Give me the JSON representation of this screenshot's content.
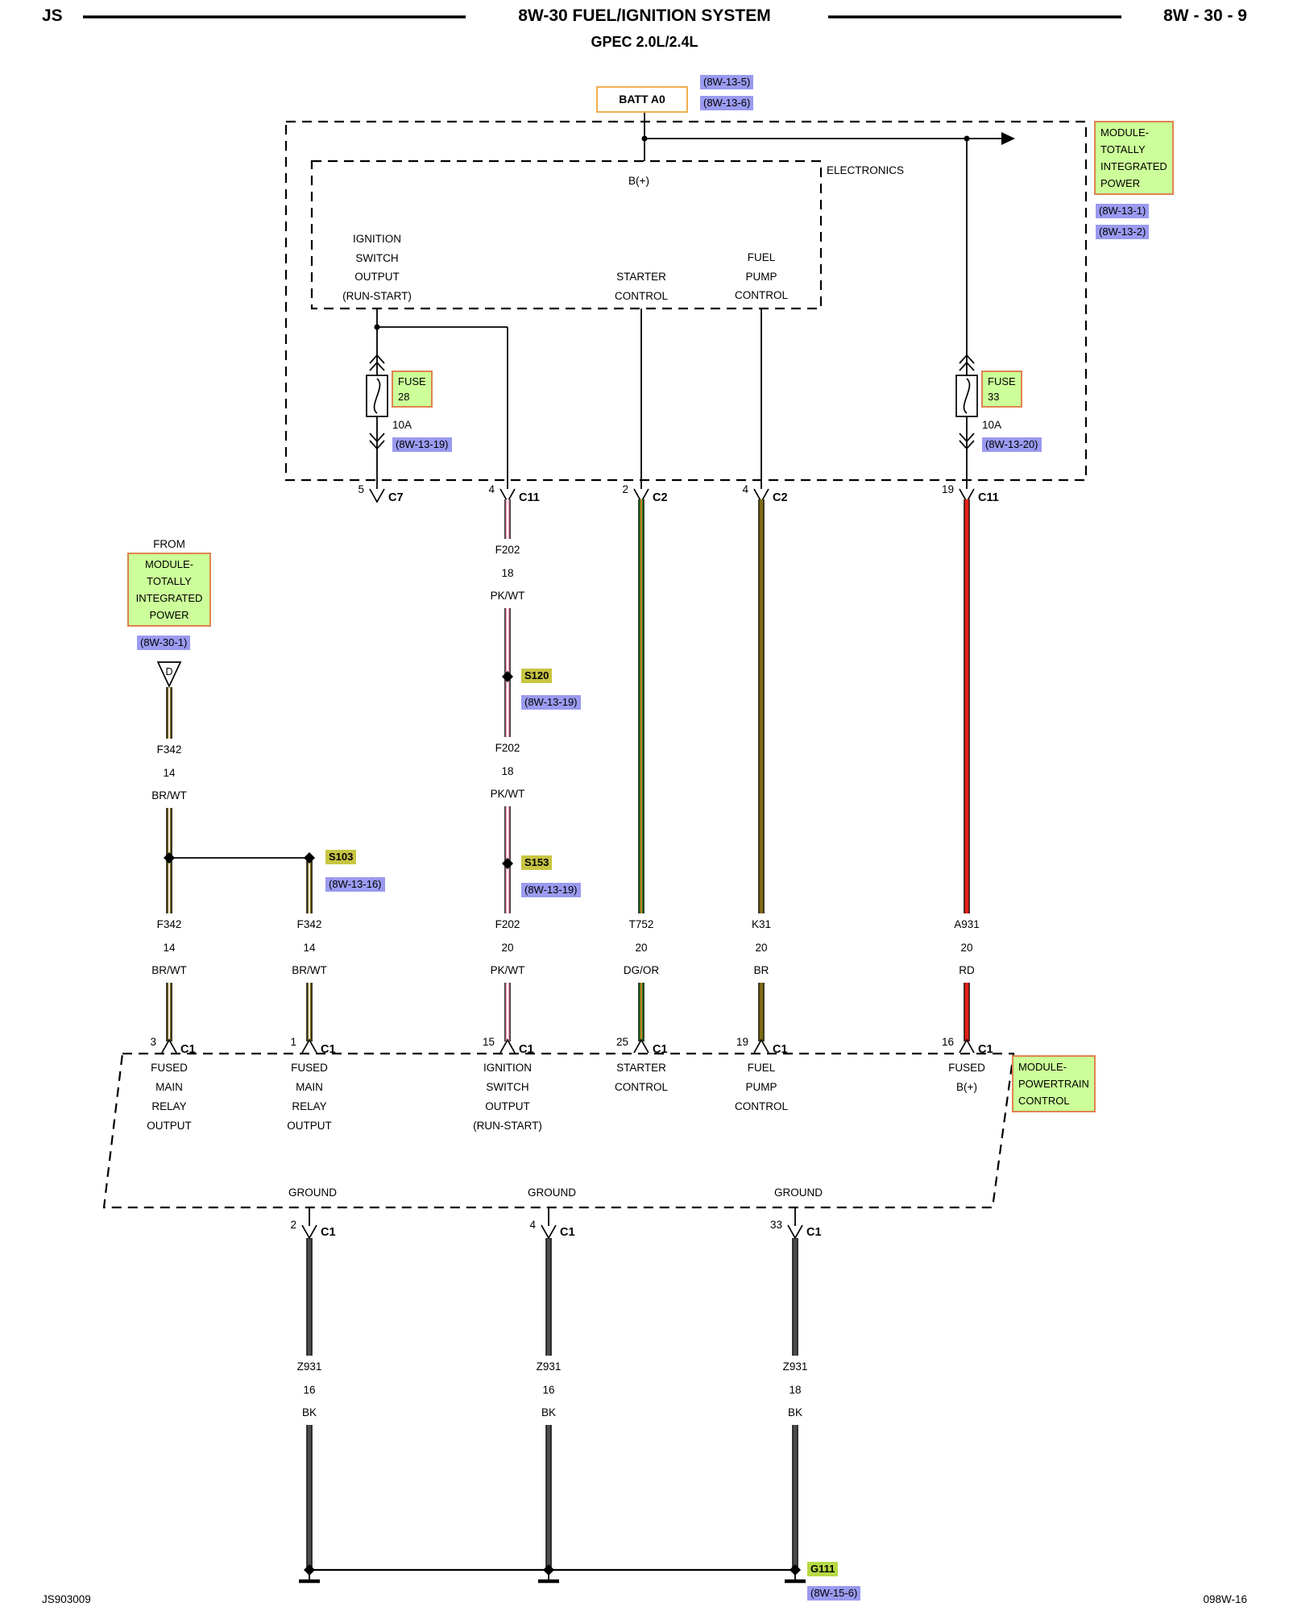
{
  "header": {
    "code": "JS",
    "title": "8W-30 FUEL/IGNITION SYSTEM",
    "subtitle": "GPEC 2.0L/2.4L",
    "page": "8W - 30 - 9"
  },
  "footer": {
    "left": "JS903009",
    "right": "098W-16"
  },
  "battery": {
    "label": "BATT A0",
    "ref1": "(8W-13-5)",
    "ref2": "(8W-13-6)"
  },
  "tipm": {
    "name": [
      "MODULE-",
      "TOTALLY",
      "INTEGRATED",
      "POWER"
    ],
    "ref1": "(8W-13-1)",
    "ref2": "(8W-13-2)",
    "electronics": "ELECTRONICS",
    "bplus": "B(+)",
    "ignition": [
      "IGNITION",
      "SWITCH",
      "OUTPUT",
      "(RUN-START)"
    ],
    "starter": [
      "STARTER",
      "CONTROL"
    ],
    "fuel": [
      "FUEL",
      "PUMP",
      "CONTROL"
    ],
    "fuse28": {
      "name": "FUSE",
      "num": "28",
      "amps": "10A",
      "ref": "(8W-13-19)"
    },
    "fuse33": {
      "name": "FUSE",
      "num": "33",
      "amps": "10A",
      "ref": "(8W-13-20)"
    },
    "conn": [
      {
        "pin": "5",
        "name": "C7"
      },
      {
        "pin": "4",
        "name": "C11"
      },
      {
        "pin": "2",
        "name": "C2"
      },
      {
        "pin": "4",
        "name": "C2"
      },
      {
        "pin": "19",
        "name": "C11"
      }
    ]
  },
  "source": {
    "from": "FROM",
    "name": [
      "MODULE-",
      "TOTALLY",
      "INTEGRATED",
      "POWER"
    ],
    "ref": "(8W-30-1)",
    "tri": "D"
  },
  "wires": {
    "f342a": [
      "F342",
      "14",
      "BR/WT"
    ],
    "f342b": [
      "F342",
      "14",
      "BR/WT"
    ],
    "f342c": [
      "F342",
      "14",
      "BR/WT"
    ],
    "f202a": [
      "F202",
      "18",
      "PK/WT"
    ],
    "f202b": [
      "F202",
      "18",
      "PK/WT"
    ],
    "f202c": [
      "F202",
      "20",
      "PK/WT"
    ],
    "t752": [
      "T752",
      "20",
      "DG/OR"
    ],
    "k31": [
      "K31",
      "20",
      "BR"
    ],
    "a931": [
      "A931",
      "20",
      "RD"
    ],
    "z931a": [
      "Z931",
      "16",
      "BK"
    ],
    "z931b": [
      "Z931",
      "16",
      "BK"
    ],
    "z931c": [
      "Z931",
      "18",
      "BK"
    ]
  },
  "splices": {
    "s103": {
      "label": "S103",
      "ref": "(8W-13-16)"
    },
    "s120": {
      "label": "S120",
      "ref": "(8W-13-19)"
    },
    "s153": {
      "label": "S153",
      "ref": "(8W-13-19)"
    },
    "g111": {
      "label": "G111",
      "ref": "(8W-15-6)"
    }
  },
  "pcm": {
    "name": [
      "MODULE-",
      "POWERTRAIN",
      "CONTROL"
    ],
    "in1": [
      "FUSED",
      "MAIN",
      "RELAY",
      "OUTPUT"
    ],
    "in2": [
      "FUSED",
      "MAIN",
      "RELAY",
      "OUTPUT"
    ],
    "in3": [
      "IGNITION",
      "SWITCH",
      "OUTPUT",
      "(RUN-START)"
    ],
    "in4": [
      "STARTER",
      "CONTROL"
    ],
    "in5": [
      "FUEL",
      "PUMP",
      "CONTROL"
    ],
    "in6": [
      "FUSED",
      "B(+)"
    ],
    "ground": "GROUND",
    "top_conn": [
      {
        "pin": "3",
        "name": "C1"
      },
      {
        "pin": "1",
        "name": "C1"
      },
      {
        "pin": "15",
        "name": "C1"
      },
      {
        "pin": "25",
        "name": "C1"
      },
      {
        "pin": "19",
        "name": "C1"
      },
      {
        "pin": "16",
        "name": "C1"
      }
    ],
    "bottom_conn": [
      {
        "pin": "2",
        "name": "C1"
      },
      {
        "pin": "4",
        "name": "C1"
      },
      {
        "pin": "33",
        "name": "C1"
      }
    ]
  },
  "colors": {
    "green_box": "#ccff99",
    "green_box_border": "#e0834e",
    "purple_ref": "#9a9af0",
    "yellow_label": "#c8c542",
    "g111_label": "#b7d944",
    "batt_border": "#f0b050",
    "wire_pink": "#f0a0b8",
    "wire_green": "#2d8a2d",
    "wire_orange": "#e07818",
    "wire_brown": "#7d6a14",
    "wire_red": "#e32219",
    "wire_black": "#4d4d4d"
  }
}
